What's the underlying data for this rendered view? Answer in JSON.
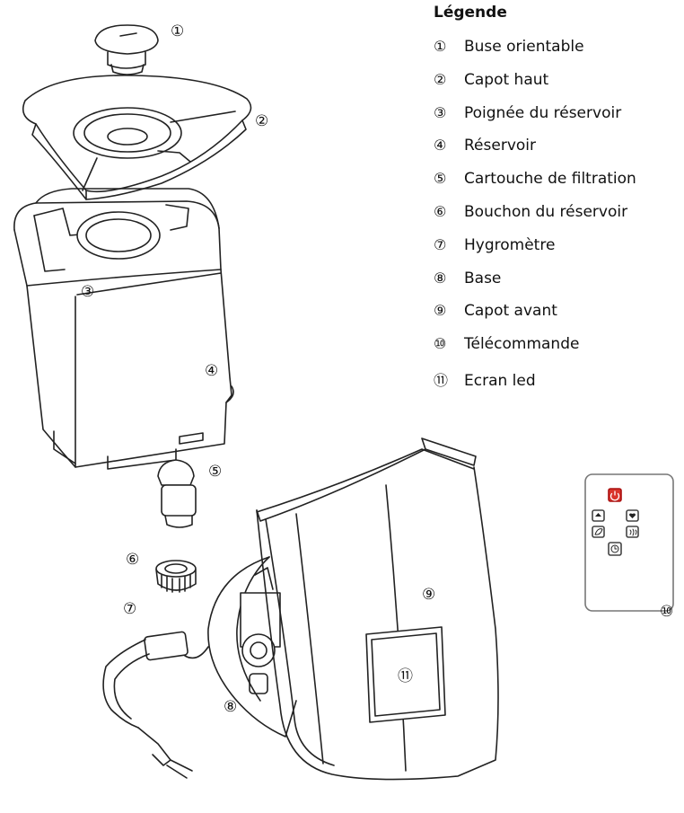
{
  "legend": {
    "title": "Légende",
    "items": [
      {
        "num": "①",
        "label": "Buse orientable"
      },
      {
        "num": "②",
        "label": "Capot haut"
      },
      {
        "num": "③",
        "label": "Poignée du réservoir"
      },
      {
        "num": "④",
        "label": "Réservoir"
      },
      {
        "num": "⑤",
        "label": "Cartouche de filtration"
      },
      {
        "num": "⑥",
        "label": "Bouchon du réservoir"
      },
      {
        "num": "⑦",
        "label": "Hygromètre"
      },
      {
        "num": "⑧",
        "label": "Base"
      },
      {
        "num": "⑨",
        "label": "Capot avant"
      },
      {
        "num": "⑩",
        "label": "Télécommande"
      },
      {
        "num": "⑪",
        "label": "Ecran led"
      }
    ]
  },
  "callouts": {
    "nozzle": "①",
    "top_cover": "②",
    "handle": "③",
    "tank": "④",
    "cartridge": "⑤",
    "cap": "⑥",
    "hygrometer": "⑦",
    "base": "⑧",
    "front_cover": "⑨",
    "remote": "⑩",
    "screen": "⑪"
  },
  "colors": {
    "line": "#222222",
    "power_button": "#d9342b"
  },
  "icons": [
    "power-icon",
    "fan-icon",
    "heart-icon",
    "leaf-icon",
    "steam-icon",
    "timer-icon"
  ]
}
